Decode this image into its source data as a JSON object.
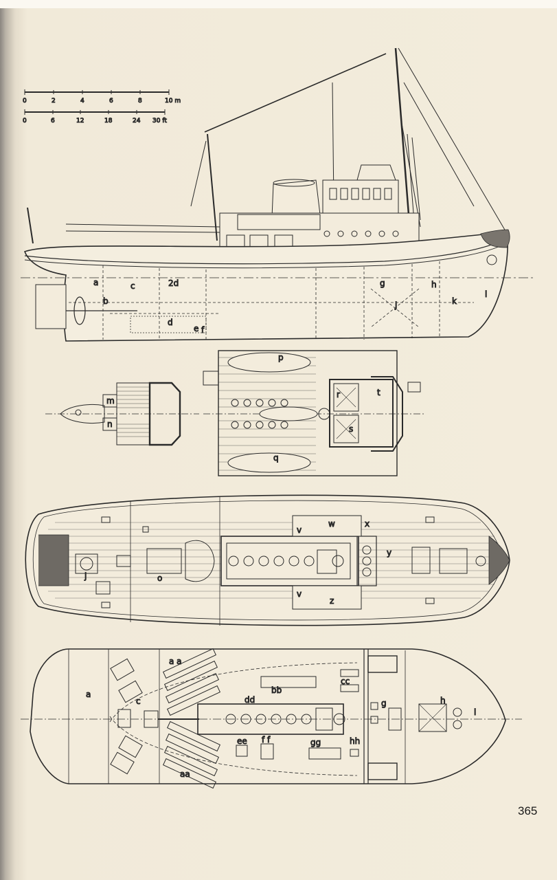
{
  "scales": {
    "metric": {
      "ticks": [
        "0",
        "2",
        "4",
        "6",
        "8",
        "10 m"
      ]
    },
    "imperial": {
      "ticks": [
        "0",
        "6",
        "12",
        "18",
        "24",
        "30 ft"
      ]
    }
  },
  "profile_labels": {
    "a": "a",
    "b": "b",
    "c": "c",
    "2d": "2d",
    "d": "d",
    "e": "e",
    "f": "f",
    "g": "g",
    "h": "h",
    "j": "j",
    "k": "k",
    "l": "l"
  },
  "bridge_labels": {
    "m": "m",
    "n": "n"
  },
  "boatdeck_labels": {
    "p": "p",
    "q": "q",
    "r": "r",
    "s": "s",
    "t": "t"
  },
  "maindeck_labels": {
    "j": "j",
    "o": "o",
    "v1": "v",
    "w": "w",
    "x": "x",
    "y": "y",
    "v2": "v",
    "z": "z"
  },
  "hold_labels": {
    "aa1": "a a",
    "aa2": "aa",
    "a": "a",
    "c": "c",
    "bb": "bb",
    "cc": "cc",
    "dd": "dd",
    "ee": "ee",
    "ff": "f f",
    "gg": "gg",
    "hh": "hh",
    "g": "g",
    "h": "h",
    "l": "l"
  },
  "page_number": "365"
}
